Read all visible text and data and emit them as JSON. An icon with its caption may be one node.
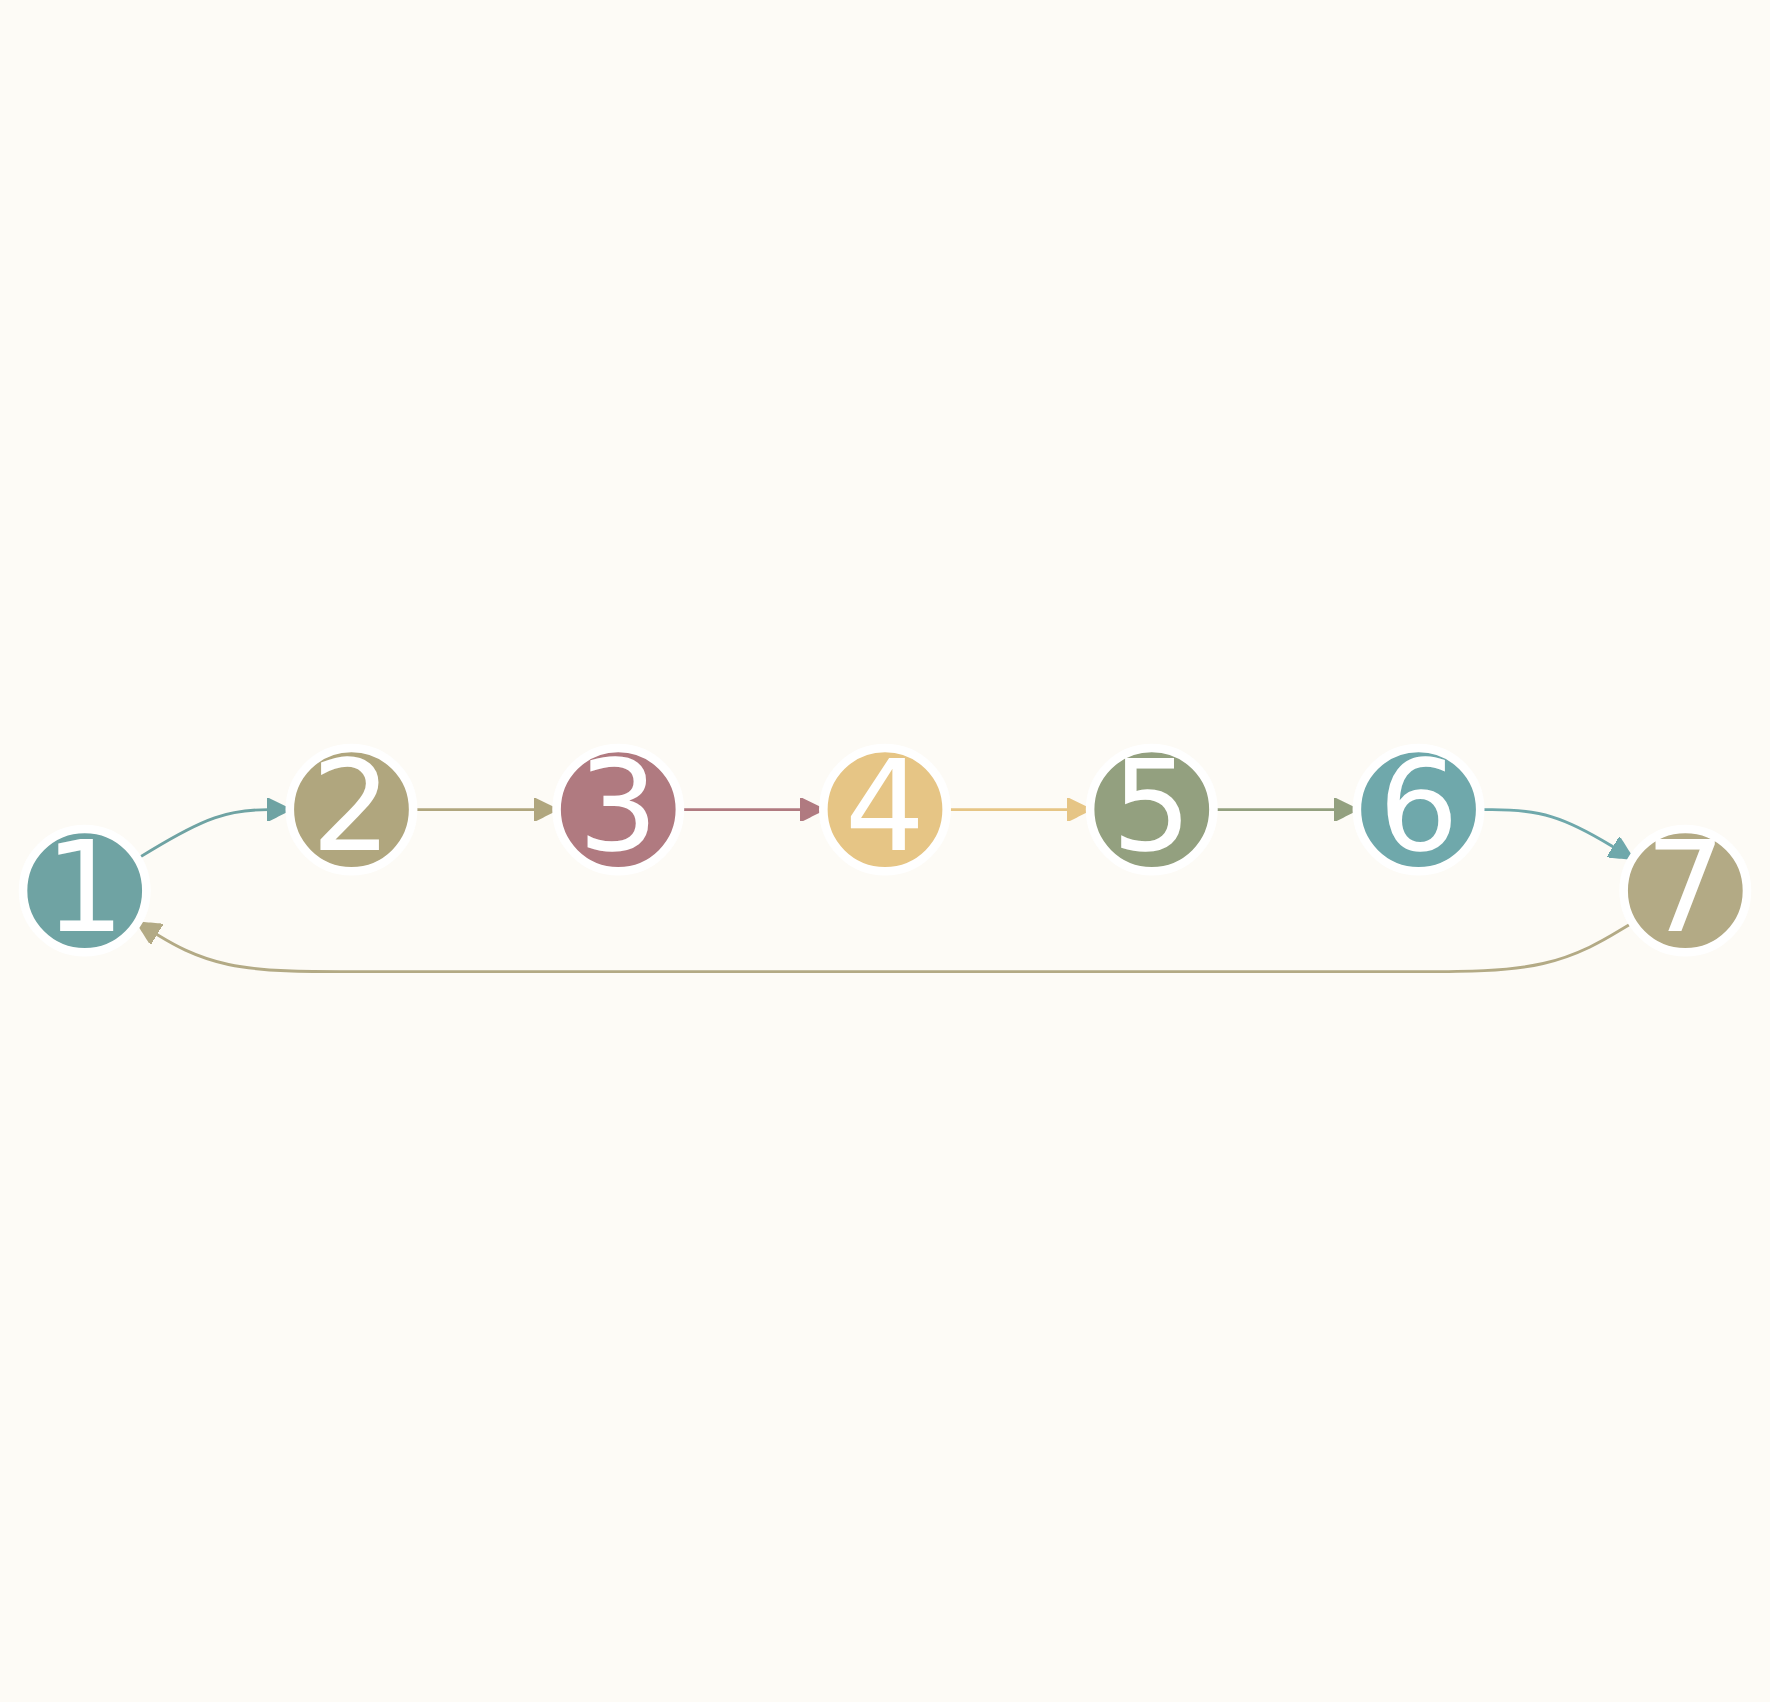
{
  "diagram": {
    "nodes": [
      {
        "text": [
          "1"
        ]
      },
      {
        "text": [
          "2"
        ]
      },
      {
        "text": [
          "3"
        ]
      },
      {
        "text": [
          "4"
        ]
      },
      {
        "text": [
          "5"
        ]
      },
      {
        "text": [
          "6"
        ]
      },
      {
        "text": [
          "7"
        ]
      }
    ],
    "edges": [
      {
        "from": 0,
        "to": 1,
        "arrow": "to",
        "color": "#6fa3a3"
      },
      {
        "from": 1,
        "to": 2,
        "arrow": "to",
        "color": "#b0a67e"
      },
      {
        "from": 2,
        "to": 3,
        "arrow": "to",
        "color": "#b07a80"
      },
      {
        "from": 3,
        "to": 4,
        "arrow": "to",
        "color": "#e6c585"
      },
      {
        "from": 4,
        "to": 5,
        "arrow": "to",
        "color": "#93a07f"
      },
      {
        "from": 5,
        "to": 6,
        "arrow": "to",
        "color": "#6fa8ab"
      },
      {
        "from": 6,
        "to": 0,
        "arrow": "to",
        "color": "#b3aa85"
      }
    ]
  }
}
